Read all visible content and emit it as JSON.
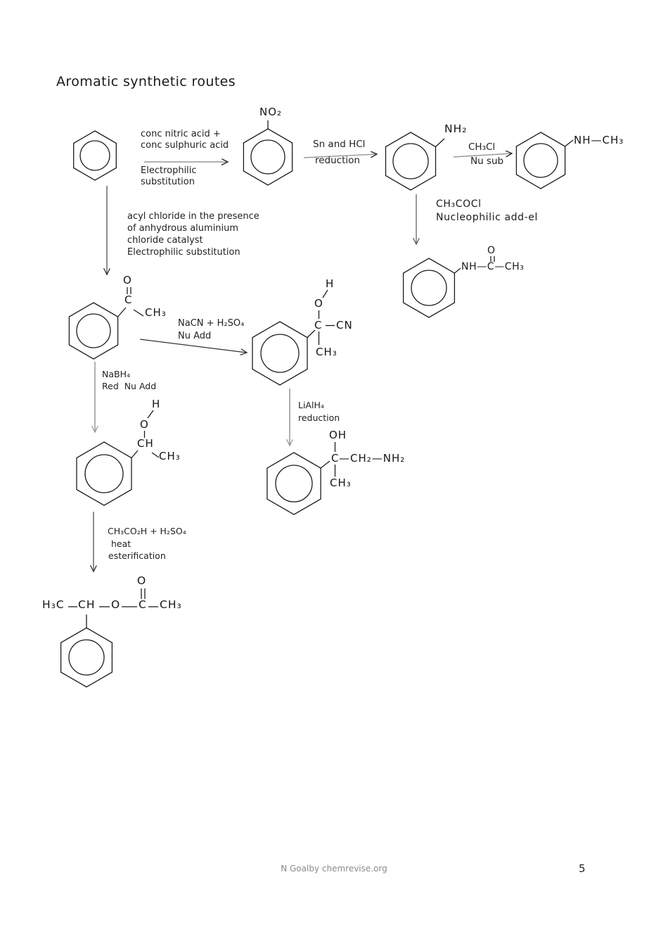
{
  "page": {
    "title": "Aromatic synthetic routes",
    "footer": {
      "credit": "N Goalby chemrevise.org",
      "page_number": "5"
    }
  },
  "reactions": {
    "nitration": {
      "reagent_line1": "conc nitric acid +",
      "reagent_line2": "conc sulphuric acid",
      "mechanism_line1": "Electrophilic",
      "mechanism_line2": "substitution"
    },
    "nitro_reduction": {
      "reagent": "Sn and HCl",
      "mechanism": "reduction"
    },
    "amine_methylation": {
      "reagent": "CH₃Cl",
      "mechanism": "Nu sub"
    },
    "amine_acylation": {
      "reagent": "CH₃COCl",
      "mechanism": "Nucleophilic add-el"
    },
    "friedel_crafts_acylation": {
      "line1": "acyl chloride in the presence",
      "line2": "of anhydrous aluminium",
      "line3": "chloride catalyst",
      "line4": "Electrophilic substitution"
    },
    "cyanohydrin_formation": {
      "reagent": "NaCN + H₂SO₄",
      "mechanism": "Nu Add"
    },
    "ketone_reduction": {
      "reagent": "NaBH₄",
      "mechanism": "Red  Nu Add"
    },
    "nitrile_reduction": {
      "reagent": "LiAlH₄",
      "mechanism": "reduction"
    },
    "esterification": {
      "reagent": "CH₃CO₂H + H₂SO₄",
      "condition": "heat",
      "mechanism": "esterification"
    }
  },
  "molecules": {
    "nitrobenzene": {
      "no2": "NO₂"
    },
    "phenylamine": {
      "nh2": "NH₂"
    },
    "n_methylphenylamine": {
      "nh_ch3": "NH—CH₃"
    },
    "n_phenylethanamide": {
      "nh_c_ch3": "NH—C—CH₃",
      "carbonyl_o": "O"
    },
    "phenylethanone": {
      "c": "C",
      "o": "O",
      "ch3": "CH₃"
    },
    "hydroxynitrile": {
      "h": "H",
      "o": "O",
      "c": "C",
      "cn": "CN",
      "ch3": "CH₃"
    },
    "phenylethanol": {
      "h": "H",
      "o": "O",
      "ch": "CH",
      "ch3": "CH₃"
    },
    "amino_alcohol": {
      "oh": "OH",
      "c": "C",
      "ch2_nh2": "—CH₂—NH₂",
      "ch3": "CH₃"
    },
    "ester": {
      "h3c": "H₃C",
      "ch": "CH",
      "o": "O",
      "c": "C",
      "ch3": "CH₃",
      "carbonyl_o": "O"
    }
  }
}
